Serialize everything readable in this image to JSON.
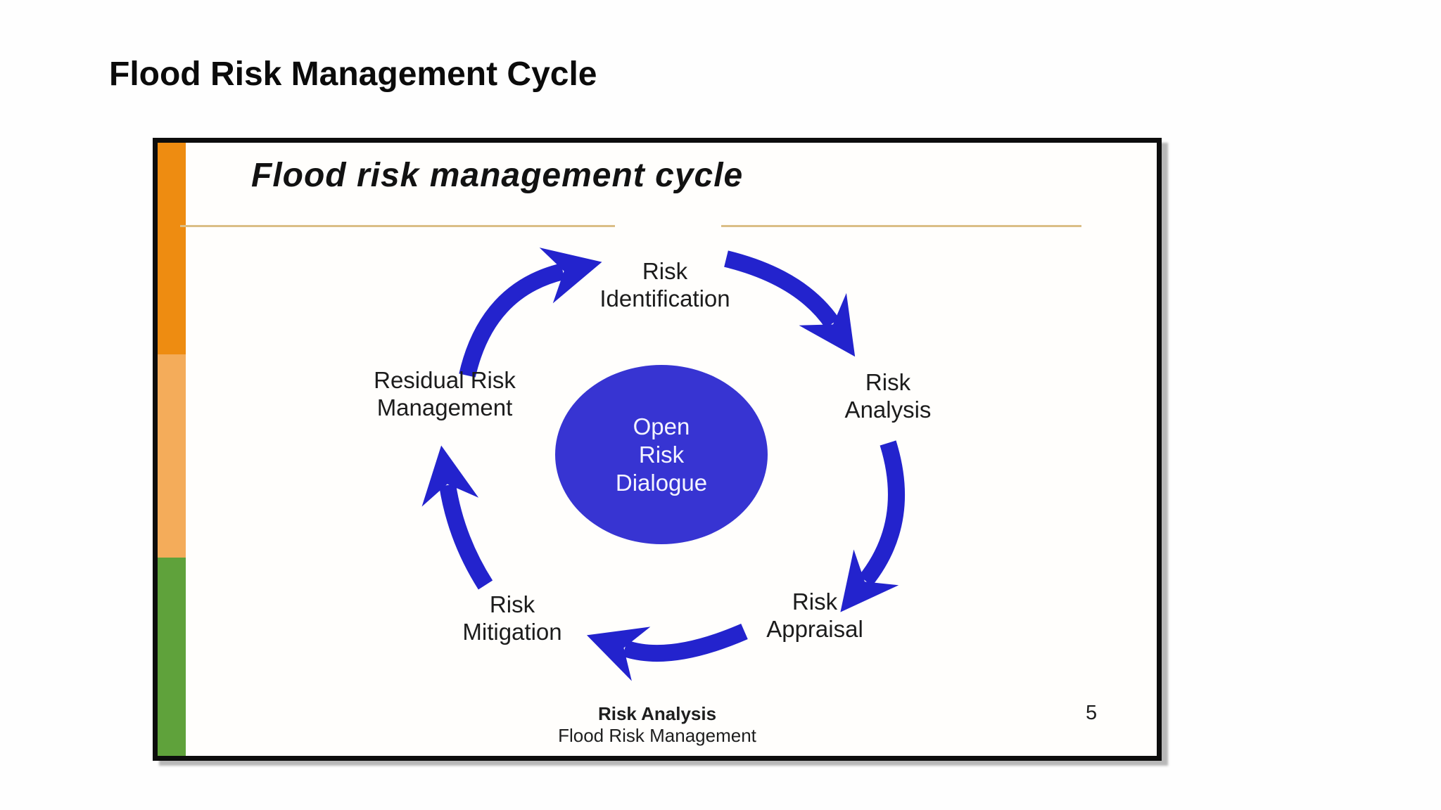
{
  "page_title": "Flood Risk Management Cycle",
  "slide": {
    "title": "Flood risk management cycle",
    "page_number": "5",
    "footer_line1": "Risk Analysis",
    "footer_line2": "Flood Risk Management"
  },
  "diagram": {
    "type": "cycle",
    "center": {
      "line1": "Open",
      "line2": "Risk",
      "line3": "Dialogue"
    },
    "nodes": {
      "identification": {
        "line1": "Risk",
        "line2": "Identification"
      },
      "analysis": {
        "line1": "Risk",
        "line2": "Analysis"
      },
      "appraisal": {
        "line1": "Risk",
        "line2": "Appraisal"
      },
      "mitigation": {
        "line1": "Risk",
        "line2": "Mitigation"
      },
      "residual": {
        "line1": "Residual Risk",
        "line2": "Management"
      }
    },
    "flow_order": [
      "Risk Identification",
      "Risk Analysis",
      "Risk Appraisal",
      "Risk Mitigation",
      "Residual Risk Management"
    ]
  },
  "colors": {
    "accent_orange": "#ee8c11",
    "accent_light_orange": "#f4ac5a",
    "accent_green": "#5fa23b",
    "arrow_blue": "#2323cd",
    "circle_blue": "#3734d2",
    "rule_tan": "#dbbe86",
    "slide_border": "#0d0d0d"
  }
}
